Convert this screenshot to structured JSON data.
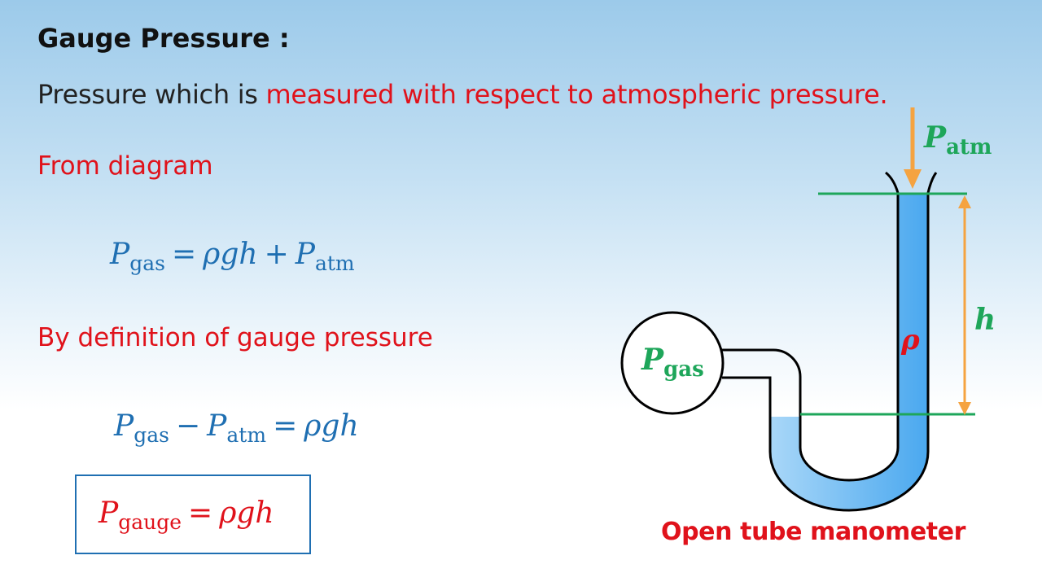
{
  "title": "Gauge Pressure :",
  "definition": {
    "prefix": "Pressure which is ",
    "highlight": "measured with respect to atmospheric pressure."
  },
  "from_diagram": "From diagram",
  "eq1": {
    "lhs": "P",
    "lhs_sub": "gas",
    "op1": "=",
    "term1": "ρgh",
    "op2": "+",
    "rhs": "P",
    "rhs_sub": "atm"
  },
  "by_definition": "By definition of gauge pressure",
  "eq2": {
    "t1": "P",
    "t1_sub": "gas",
    "op1": "−",
    "t2": "P",
    "t2_sub": "atm",
    "op2": "=",
    "rhs": "ρgh"
  },
  "eq3": {
    "lhs": "P",
    "lhs_sub": "gauge",
    "op": "=",
    "rhs": "ρgh"
  },
  "diagram": {
    "p_atm": {
      "sym": "P",
      "sub": "atm"
    },
    "p_gas": {
      "sym": "P",
      "sub": "gas"
    },
    "height": "h",
    "density": "ρ",
    "caption": "Open tube manometer",
    "colors": {
      "fluid": "#5ab4f0",
      "level_lines": "#1ea65a",
      "arrows": "#f5a340",
      "outline": "#000000"
    }
  }
}
